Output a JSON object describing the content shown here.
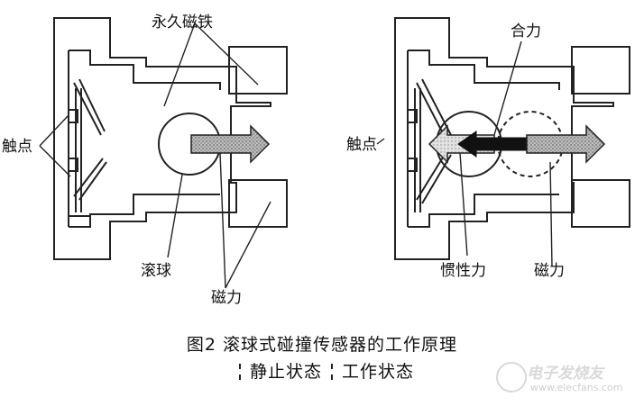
{
  "diagram": {
    "left": {
      "label_magnet": "永久磁铁",
      "label_contact": "触点",
      "label_ball": "滚球",
      "label_force": "磁力"
    },
    "right": {
      "label_resultant": "合力",
      "label_contact": "触点",
      "label_inertia": "惯性力",
      "label_force": "磁力"
    }
  },
  "caption": {
    "title": "图2 滚球式碰撞传感器的工作原理",
    "state_static": "静止状态",
    "state_working": "工作状态"
  },
  "watermark": {
    "name": "电子发烧友",
    "url": "www.elecfans.com"
  }
}
